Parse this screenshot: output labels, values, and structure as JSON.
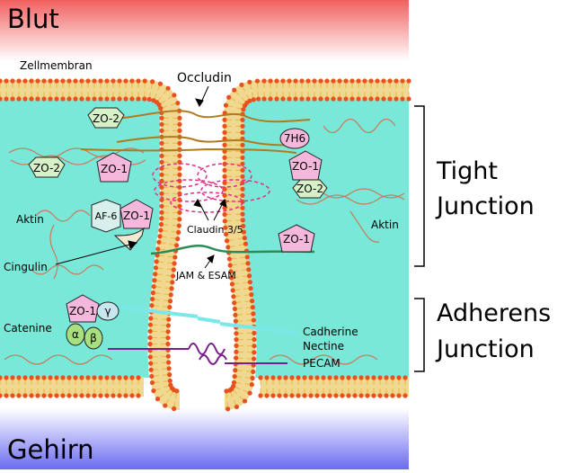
{
  "regions": {
    "top": "Blut",
    "bottom": "Gehirn"
  },
  "labels": {
    "membrane": "Zellmembran",
    "occludin": "Occludin",
    "claudin": "Claudin 3/5",
    "jam": "JAM & ESAM",
    "actin_left": "Aktin",
    "actin_right": "Aktin",
    "cingulin": "Cingulin",
    "catenine": "Catenine",
    "cadherine": "Cadherine",
    "nectine": "Nectine",
    "pecam": "PECAM"
  },
  "proteins": {
    "zo2_a": "ZO-2",
    "zo2_b": "ZO-2",
    "zo1_a": "ZO-1",
    "af6": "AF-6",
    "zo1_b": "ZO-1",
    "zo1_c": "ZO-1",
    "gamma": "γ",
    "alpha": "α",
    "beta": "β",
    "h7h6": "7H6",
    "zo1_d": "ZO-1",
    "zo2_c": "ZO-2",
    "zo1_e": "ZO-1"
  },
  "brackets": {
    "tight_1": "Tight",
    "tight_2": "Junction",
    "adherens_1": "Adherens",
    "adherens_2": "Junction"
  },
  "colors": {
    "cytoplasm": "#7ae8d8",
    "lipid_head": "#e8501e",
    "lipid_tail": "#e8b84a",
    "occludin": "#b07a1e",
    "claudin": "#e0308a",
    "jam": "#2e8b57",
    "cadherin": "#7ae8e8",
    "pecam": "#7a1e8b",
    "zo_fill": "#f4b8dc",
    "zo2_fill": "#d8f0c8"
  }
}
